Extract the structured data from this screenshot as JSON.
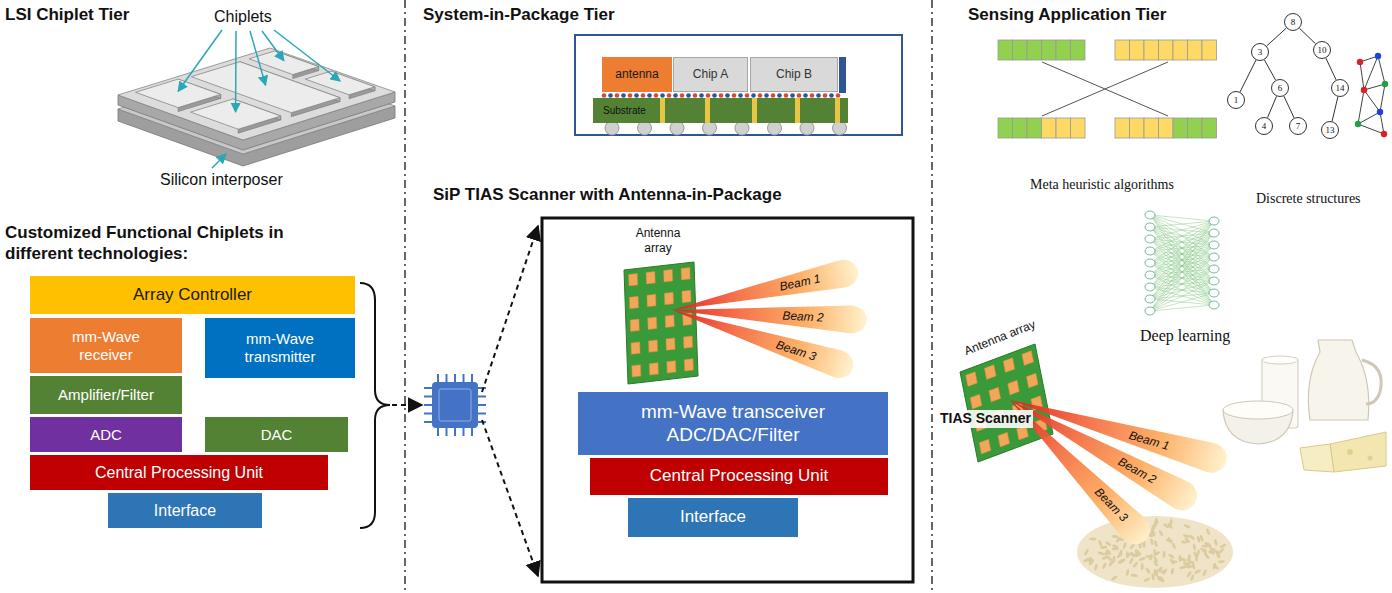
{
  "diagram": {
    "nodes": [
      {
        "text": [
          "Array Controller"
        ]
      },
      {
        "text": [
          "mm-Wave receiver"
        ]
      },
      {
        "text": [
          "mm-Wave transmitter"
        ]
      },
      {
        "text": [
          "Amplifier/Filter"
        ]
      },
      {
        "text": [
          "ADC"
        ]
      },
      {
        "text": [
          "DAC"
        ]
      },
      {
        "text": [
          "Central Processing Unit"
        ]
      },
      {
        "text": [
          "Interface"
        ]
      },
      {
        "text": [
          "antenna"
        ]
      },
      {
        "text": [
          "Chip A"
        ]
      },
      {
        "text": [
          "Chip B"
        ]
      },
      {
        "text": [
          "Substrate"
        ]
      },
      {
        "text": [
          "mm-Wave transceiver ADC/DAC/Filter"
        ]
      },
      {
        "text": [
          "Central Processing Unit"
        ]
      },
      {
        "text": [
          "Interface"
        ]
      },
      {
        "text": [
          "8"
        ]
      },
      {
        "text": [
          "3"
        ]
      },
      {
        "text": [
          "10"
        ]
      },
      {
        "text": [
          "1"
        ]
      },
      {
        "text": [
          "6"
        ]
      },
      {
        "text": [
          "14"
        ]
      },
      {
        "text": [
          "4"
        ]
      },
      {
        "text": [
          "7"
        ]
      },
      {
        "text": [
          "13"
        ]
      }
    ],
    "edges": [
      {
        "from": 15,
        "to": 16,
        "arrow": "none"
      },
      {
        "from": 15,
        "to": 17,
        "arrow": "none"
      },
      {
        "from": 16,
        "to": 18,
        "arrow": "none"
      },
      {
        "from": 16,
        "to": 19,
        "arrow": "none"
      },
      {
        "from": 19,
        "to": 21,
        "arrow": "none"
      },
      {
        "from": 19,
        "to": 22,
        "arrow": "none"
      },
      {
        "from": 17,
        "to": 20,
        "arrow": "none"
      },
      {
        "from": 20,
        "to": 23,
        "arrow": "none"
      }
    ],
    "labels": [
      "LSI Chiplet Tier",
      "Chiplets",
      "Silicon interposer",
      "Customized Functional Chiplets in different technologies:",
      "System-in-Package Tier",
      "SiP TIAS Scanner with Antenna-in-Package",
      "Antenna array",
      "Beam 1",
      "Beam 2",
      "Beam 3",
      "Sensing Application Tier",
      "Meta heuristic algorithms",
      "Discrete structures",
      "Deep learning",
      "TIAS Scanner",
      "Antenna array",
      "Beam 1",
      "Beam 2",
      "Beam 3"
    ]
  }
}
